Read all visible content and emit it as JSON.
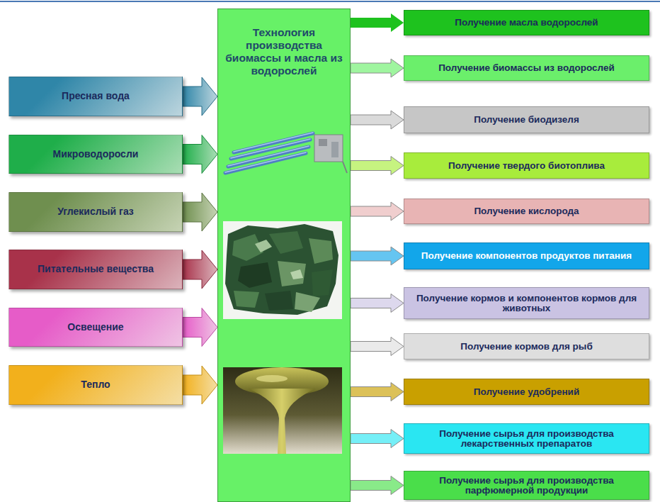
{
  "diagram": {
    "nodes": [
      {
        "text": [
          "Технология производства биомассы и масла из водорослей"
        ]
      },
      {
        "text": [
          "Пресная вода"
        ]
      },
      {
        "text": [
          "Микроводоросли"
        ]
      },
      {
        "text": [
          "Углекислый газ"
        ]
      },
      {
        "text": [
          "Питательные вещества"
        ]
      },
      {
        "text": [
          "Освещение"
        ]
      },
      {
        "text": [
          "Тепло"
        ]
      },
      {
        "text": [
          "Получение масла водорослей"
        ]
      },
      {
        "text": [
          "Получение биомассы из водорослей"
        ]
      },
      {
        "text": [
          "Получение биодизеля"
        ]
      },
      {
        "text": [
          "Получение твердого биотоплива"
        ]
      },
      {
        "text": [
          "Получение кислорода"
        ]
      },
      {
        "text": [
          "Получение компонентов продуктов питания"
        ]
      },
      {
        "text": [
          "Получение кормов и компонентов кормов для животных"
        ]
      },
      {
        "text": [
          "Получение кормов для рыб"
        ]
      },
      {
        "text": [
          "Получение удобрений"
        ]
      },
      {
        "text": [
          "Получение сырья для производства лекарственных препаратов"
        ]
      },
      {
        "text": [
          "Получение сырья для производства парфюмерной продукции"
        ]
      }
    ],
    "edges": [
      {
        "from": 1,
        "to": 0,
        "arrow": "to"
      },
      {
        "from": 2,
        "to": 0,
        "arrow": "to"
      },
      {
        "from": 3,
        "to": 0,
        "arrow": "to"
      },
      {
        "from": 4,
        "to": 0,
        "arrow": "to"
      },
      {
        "from": 5,
        "to": 0,
        "arrow": "to"
      },
      {
        "from": 6,
        "to": 0,
        "arrow": "to"
      },
      {
        "from": 0,
        "to": 7,
        "arrow": "to"
      },
      {
        "from": 0,
        "to": 8,
        "arrow": "to"
      },
      {
        "from": 0,
        "to": 9,
        "arrow": "to"
      },
      {
        "from": 0,
        "to": 10,
        "arrow": "to"
      },
      {
        "from": 0,
        "to": 11,
        "arrow": "to"
      },
      {
        "from": 0,
        "to": 12,
        "arrow": "to"
      },
      {
        "from": 0,
        "to": 13,
        "arrow": "to"
      },
      {
        "from": 0,
        "to": 14,
        "arrow": "to"
      },
      {
        "from": 0,
        "to": 15,
        "arrow": "to"
      },
      {
        "from": 0,
        "to": 16,
        "arrow": "to"
      },
      {
        "from": 0,
        "to": 17,
        "arrow": "to"
      }
    ]
  }
}
